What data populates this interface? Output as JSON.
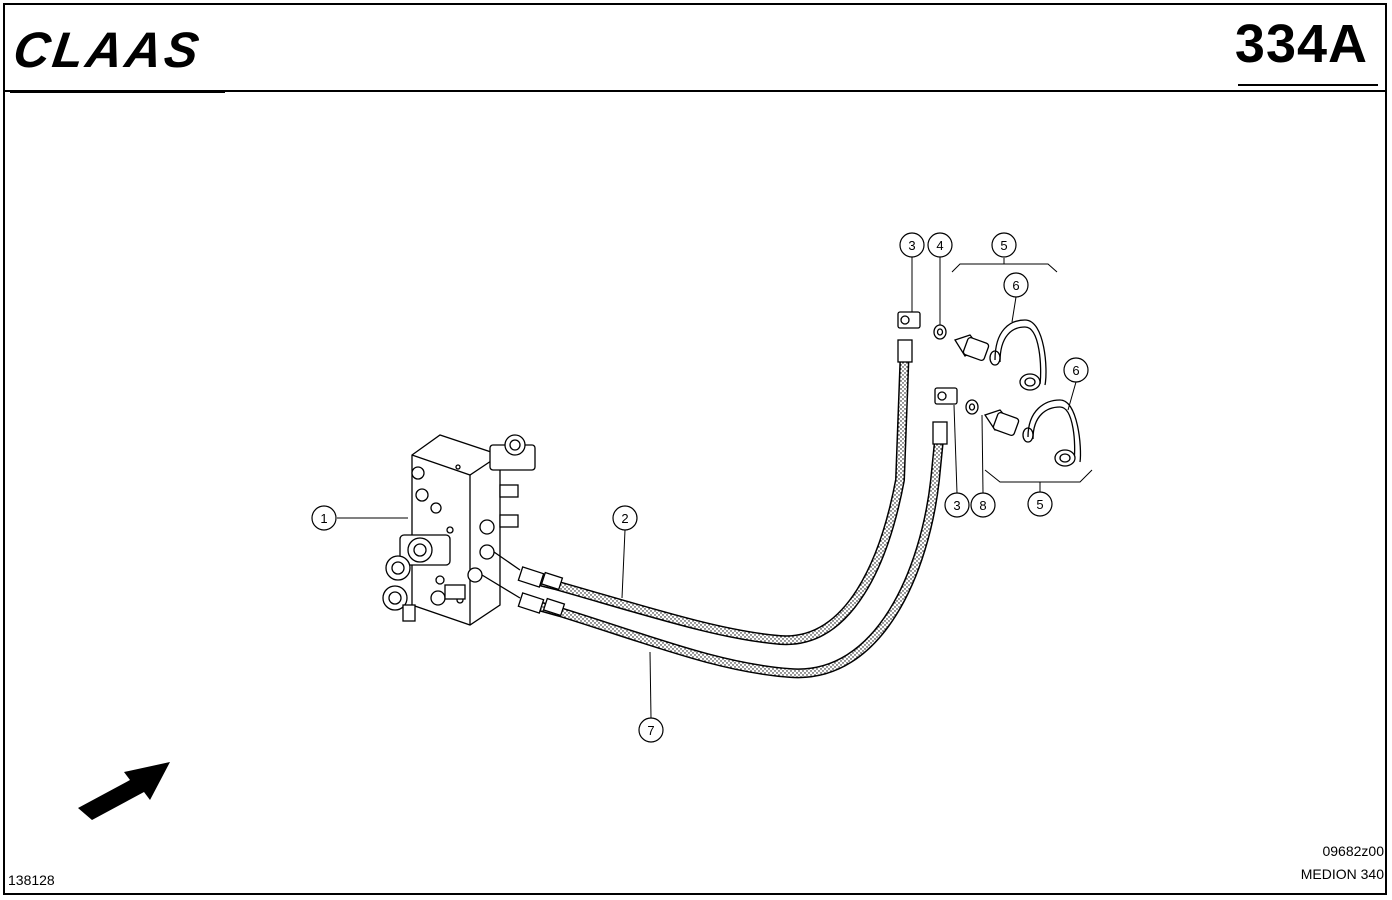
{
  "header": {
    "logo_text": "CLAAS",
    "page_number": "334A"
  },
  "footer": {
    "sheet_id": "138128",
    "drawing_number": "09682z00",
    "model": "MEDION 340"
  },
  "callouts": [
    {
      "label": "1"
    },
    {
      "label": "2"
    },
    {
      "label": "3"
    },
    {
      "label": "4"
    },
    {
      "label": "5"
    },
    {
      "label": "6"
    },
    {
      "label": "6"
    },
    {
      "label": "3"
    },
    {
      "label": "8"
    },
    {
      "label": "5"
    },
    {
      "label": "7"
    }
  ],
  "icons": {
    "direction_arrow": "direction-arrow-icon"
  },
  "colors": {
    "ink": "#000000",
    "paper": "#ffffff"
  }
}
